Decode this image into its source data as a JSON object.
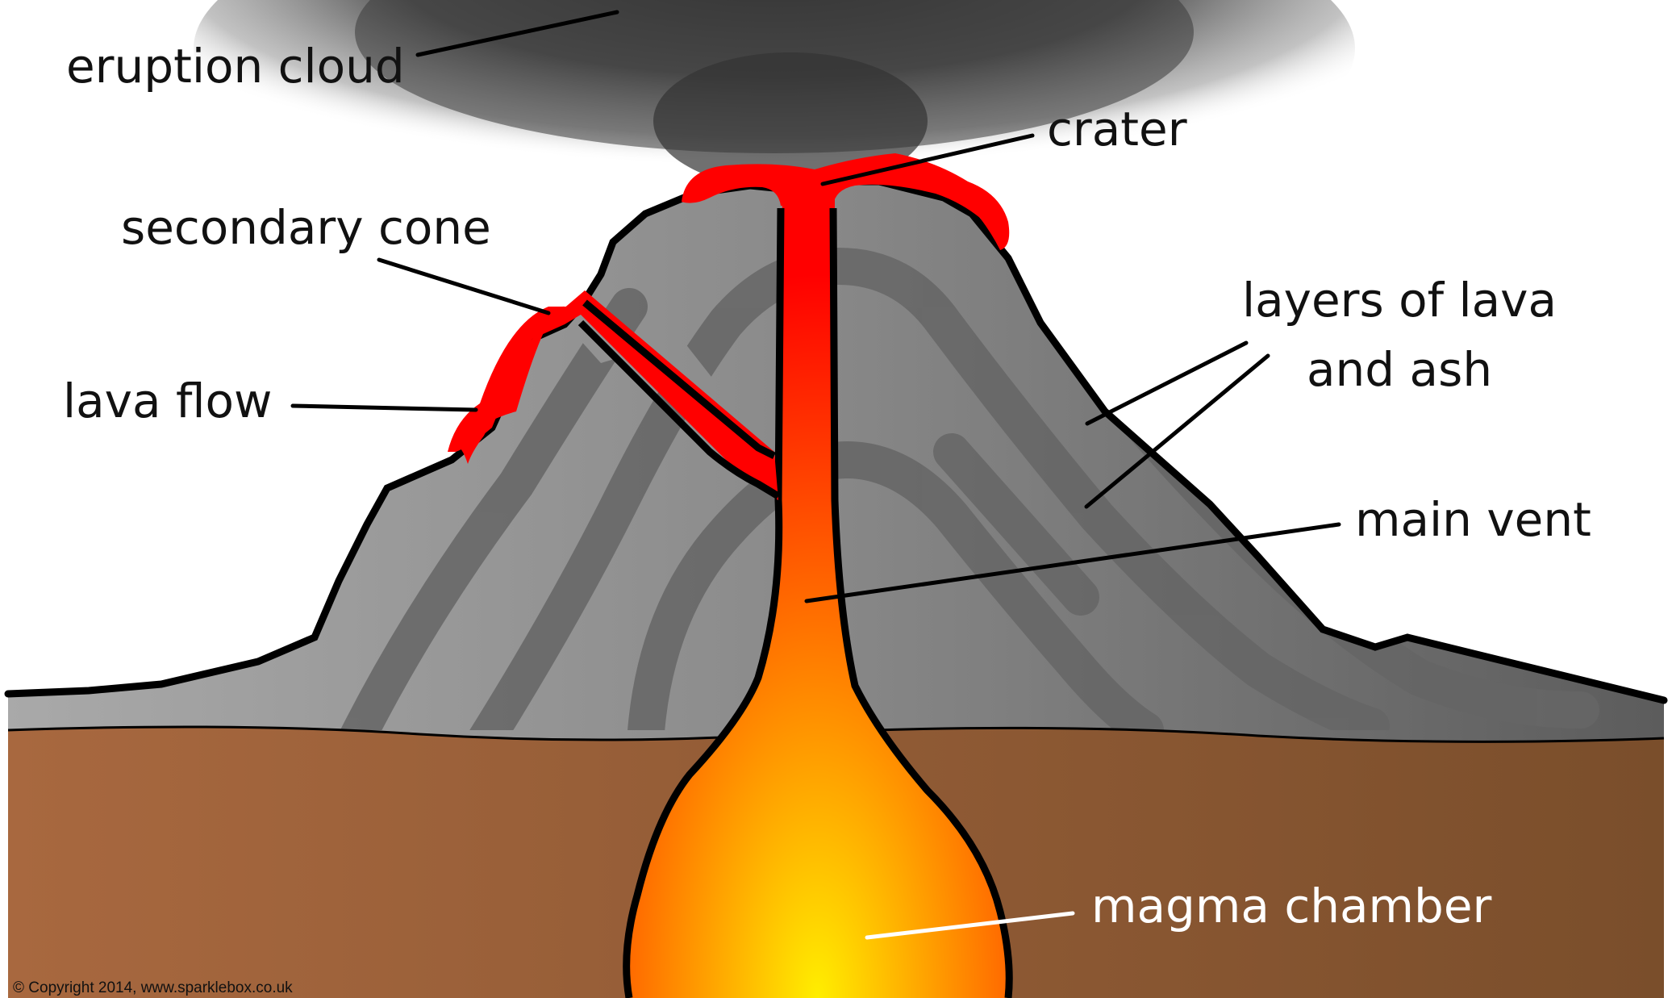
{
  "labels": {
    "eruption_cloud": "eruption cloud",
    "crater": "crater",
    "secondary_cone": "secondary cone",
    "lava_flow": "lava flow",
    "layers_line1": "layers of lava",
    "layers_line2": "and ash",
    "main_vent": "main vent",
    "magma_chamber": "magma chamber"
  },
  "copyright": "© Copyright 2014, www.sparklebox.co.uk",
  "colors": {
    "ground_left": "#a8683f",
    "ground_right": "#7a4e2b",
    "lava": "#ff0000",
    "magma_core": "#ffe000",
    "cloud": "#3a3a3a",
    "rock_dark": "#5a5a5a",
    "rock_light": "#9a9a9a"
  }
}
